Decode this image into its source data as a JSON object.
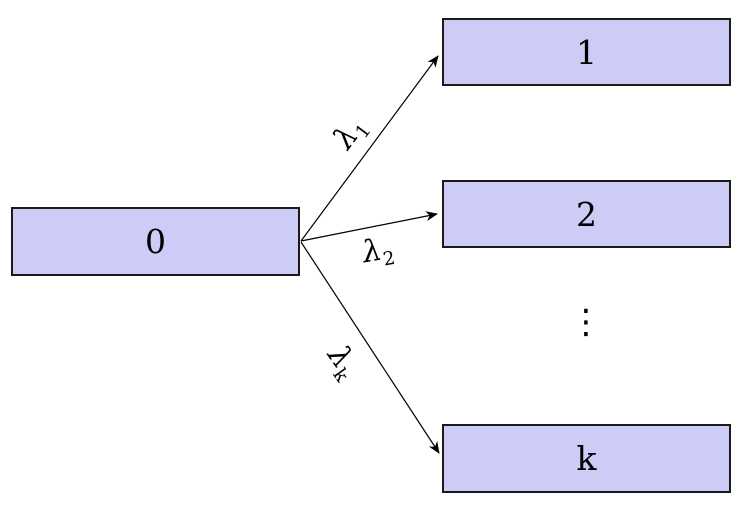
{
  "diagram": {
    "description": "State transition diagram: state 0 branches to states 1, 2, ..., k with rates lambda_1, lambda_2, lambda_k",
    "colors": {
      "node_fill": "#ccccf7",
      "node_border": "#1a1a1a",
      "arrow": "#000000",
      "background": "#ffffff"
    },
    "nodes": [
      {
        "id": "0",
        "label": "0"
      },
      {
        "id": "1",
        "label": "1"
      },
      {
        "id": "2",
        "label": "2"
      },
      {
        "id": "k",
        "label": "k"
      }
    ],
    "edges": [
      {
        "from": "0",
        "to": "1",
        "label_base": "λ",
        "label_sub": "1"
      },
      {
        "from": "0",
        "to": "2",
        "label_base": "λ",
        "label_sub": "2"
      },
      {
        "from": "0",
        "to": "k",
        "label_base": "λ",
        "label_sub": "k"
      }
    ],
    "ellipsis": "⋮"
  }
}
